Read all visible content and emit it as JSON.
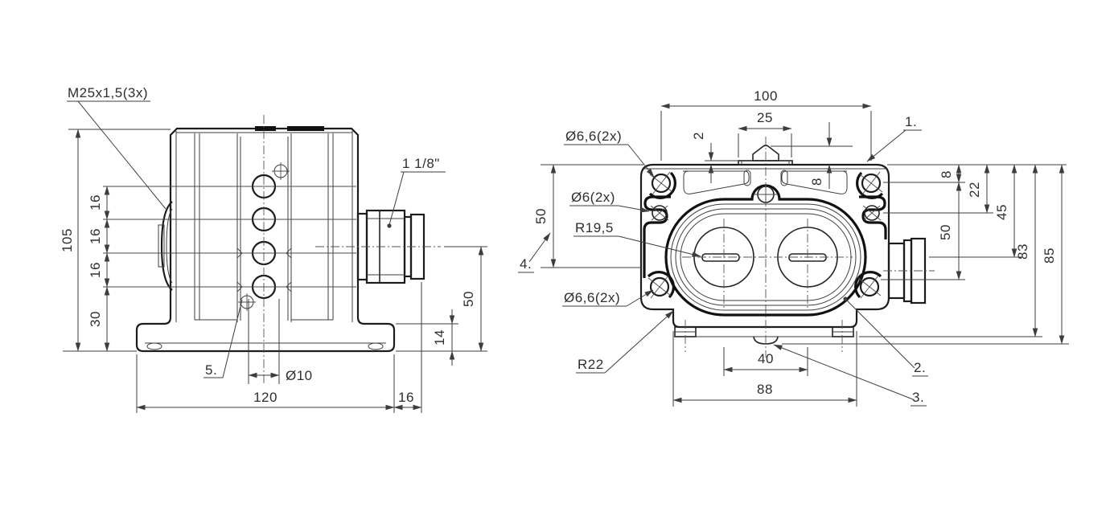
{
  "colors": {
    "background": "#ffffff",
    "outline": "#1c1c1c",
    "dimension": "#3d3d3d"
  },
  "front_view": {
    "notes": {
      "thread": "M25x1,5(3x)",
      "connector": "1 1/8\"",
      "item5": "5."
    },
    "dims": {
      "overall_height": "105",
      "pitch_top": "16",
      "pitch_mid": "16",
      "pitch_bot": "16",
      "base_height": "30",
      "center_height": "50",
      "step_height": "14",
      "base_width": "120",
      "protrusion": "16",
      "hole_dia": "Ø10"
    }
  },
  "side_view": {
    "notes": {
      "item1": "1.",
      "item2": "2.",
      "item3": "3.",
      "item4": "4.",
      "corner_holes_top": "Ø6,6(2x)",
      "side_holes": "Ø6(2x)",
      "lens_radius": "R19,5",
      "corner_holes_bottom": "Ø6,6(2x)",
      "outer_radius": "R22"
    },
    "dims": {
      "mount_spacing": "100",
      "tab_width": "25",
      "plate_thickness": "2",
      "tab_height": "8",
      "left_height": "50",
      "lens_spacing": "40",
      "body_width": "88",
      "chain_top": "8",
      "chain_hole": "22",
      "chain_center": "45",
      "chain_mount": "50",
      "chain_body": "83",
      "chain_overall": "85"
    }
  }
}
